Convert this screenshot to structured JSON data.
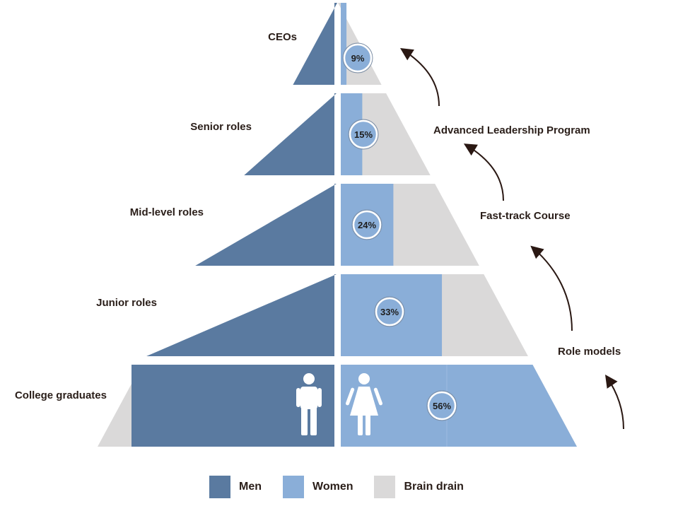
{
  "colors": {
    "men": "#5a7aa0",
    "women": "#8aaed8",
    "brain_drain": "#dad9d9",
    "text": "#2a1e19",
    "arrow": "#2a1813"
  },
  "levels": [
    {
      "label": "CEOs",
      "women_pct": 9,
      "women_pct_label": "9%"
    },
    {
      "label": "Senior roles",
      "women_pct": 15,
      "women_pct_label": "15%"
    },
    {
      "label": "Mid-level roles",
      "women_pct": 24,
      "women_pct_label": "24%"
    },
    {
      "label": "Junior roles",
      "women_pct": 33,
      "women_pct_label": "33%"
    },
    {
      "label": "College graduates",
      "women_pct": 56,
      "women_pct_label": "56%"
    }
  ],
  "programs": [
    {
      "label": "Advanced Leadership Program"
    },
    {
      "label": "Fast-track Course"
    },
    {
      "label": "Role models"
    }
  ],
  "icons": {
    "men": "man-icon",
    "women": "woman-icon",
    "arrows": "curved-arrow-icon"
  },
  "legend": [
    {
      "key": "men",
      "label": "Men"
    },
    {
      "key": "women",
      "label": "Women"
    },
    {
      "key": "brain_drain",
      "label": "Brain drain"
    }
  ]
}
